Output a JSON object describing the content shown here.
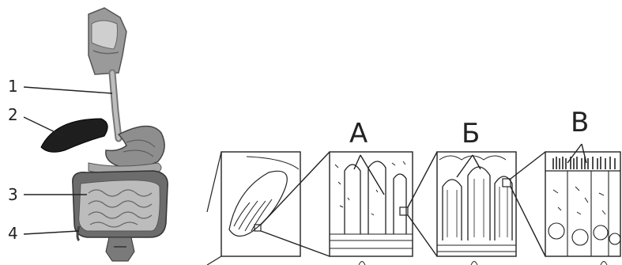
{
  "numbers": {
    "n1": "1",
    "n2": "2",
    "n3": "3",
    "n4": "4"
  },
  "letters": {
    "a": "А",
    "b": "Б",
    "v": "В"
  }
}
